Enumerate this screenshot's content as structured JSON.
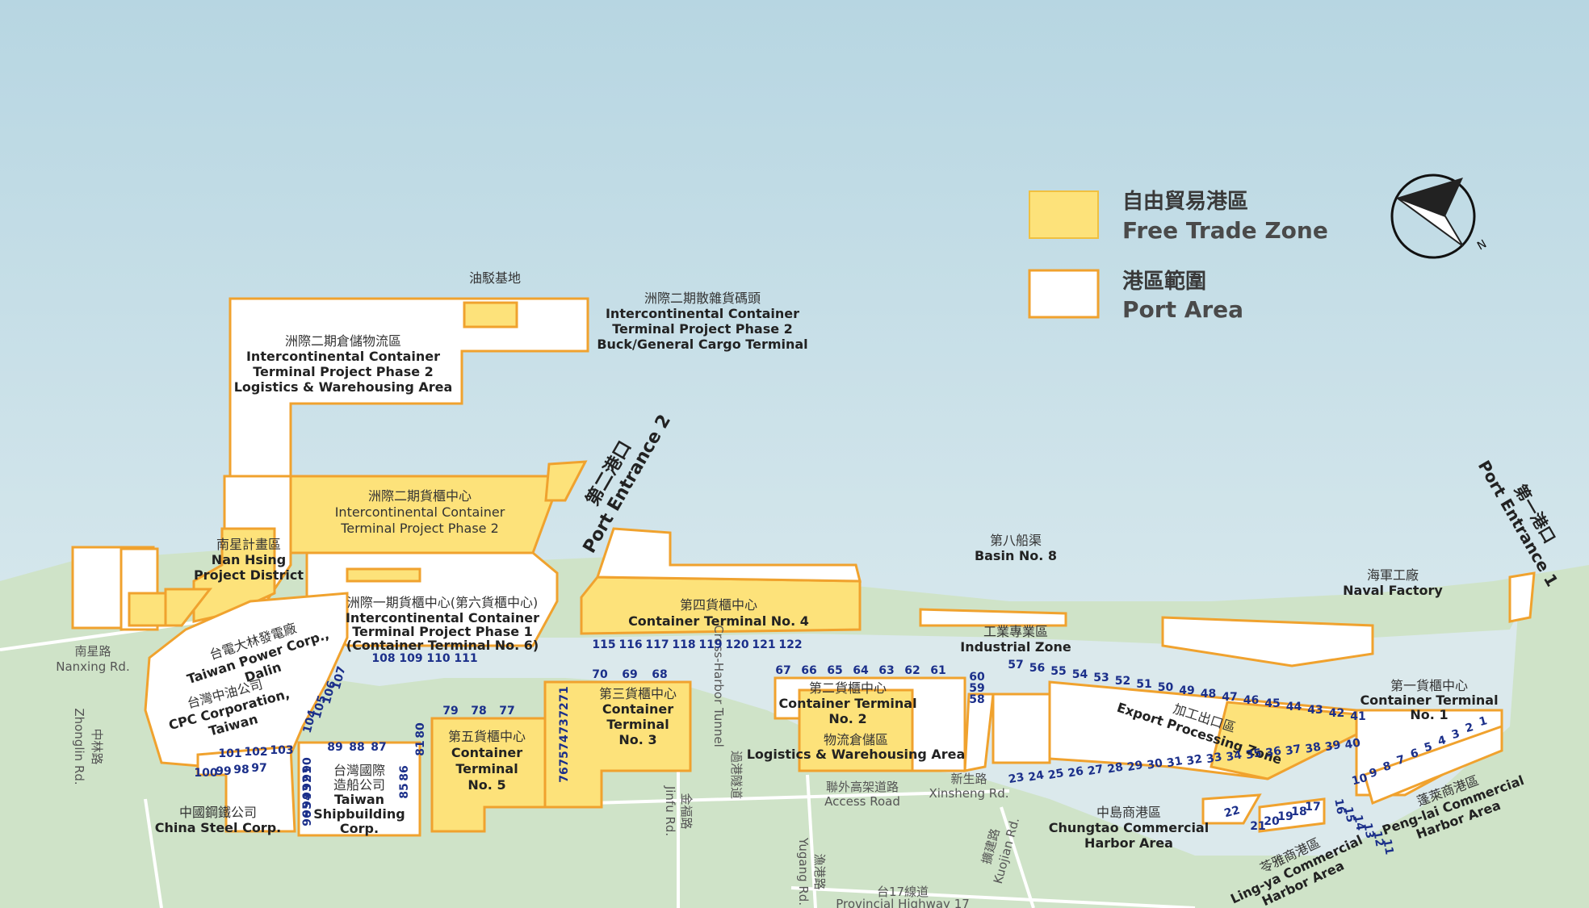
{
  "colors": {
    "sea_top": "#b7d6e2",
    "sea_bottom": "#e2eef0",
    "land": "#cfe3c8",
    "water": "#dbe9ec",
    "zone_border": "#f0a22e",
    "free_trade_fill": "#fde27a",
    "port_fill": "#ffffff",
    "berth_text": "#1b2f8a"
  },
  "legend": {
    "free_trade_cn": "自由貿易港區",
    "free_trade_en": "Free Trade Zone",
    "port_area_cn": "港區範圍",
    "port_area_en": "Port Area"
  },
  "compass": {
    "north_letter": "N",
    "icon": "north-arrow-icon"
  },
  "labels": {
    "oil_base": "油駁基地",
    "ict2_cargo": [
      "洲際二期散雜貨碼頭",
      "Intercontinental Container",
      "Terminal Project Phase 2",
      "Buck/General Cargo Terminal"
    ],
    "ict2_logistics": [
      "洲際二期倉儲物流區",
      "Intercontinental Container",
      "Terminal Project Phase 2",
      "Logistics & Warehousing  Area"
    ],
    "ict2_container": [
      "洲際二期貨櫃中心",
      "Intercontinental Container",
      "Terminal Project Phase 2"
    ],
    "port_entrance_2": [
      "第二港口",
      "Port Entrance 2"
    ],
    "port_entrance_1": [
      "第一港口",
      "Port Entrance 1"
    ],
    "nanhsing": [
      "南星計畫區",
      "Nan Hsing",
      "Project District"
    ],
    "ict1": [
      "洲際一期貨櫃中心(第六貨櫃中心)",
      "Intercontinental Container",
      "Terminal Project Phase 1",
      "(Container Terminal No. 6)"
    ],
    "taipower": [
      "台電大林發電廠",
      "Taiwan Power Corp.,",
      "Dalin"
    ],
    "cpc": [
      "台灣中油公司",
      "CPC Corporation,",
      "Taiwan"
    ],
    "csc": [
      "中國鋼鐵公司",
      "China Steel Corp."
    ],
    "csbc": [
      "台灣國際",
      "造船公司",
      "Taiwan",
      "Shipbuilding",
      "Corp."
    ],
    "ct4": [
      "第四貨櫃中心",
      "Container Terminal No. 4"
    ],
    "ct5": [
      "第五貨櫃中心",
      "Container",
      "Terminal",
      "No. 5"
    ],
    "ct3": [
      "第三貨櫃中心",
      "Container",
      "Terminal",
      "No. 3"
    ],
    "cross_harbor": [
      "過港隧道",
      "Cross-Harbor Tunnel"
    ],
    "ct2": [
      "第二貨櫃中心",
      "Container Terminal",
      "No. 2"
    ],
    "logistics": [
      "物流倉儲區",
      "Logistics & Warehousing Area"
    ],
    "basin8": [
      "第八船渠",
      "Basin No. 8"
    ],
    "industrial": [
      "工業專業區",
      "Industrial Zone"
    ],
    "naval": [
      "海軍工廠",
      "Naval Factory"
    ],
    "ct1": [
      "第一貨櫃中心",
      "Container Terminal",
      "No. 1"
    ],
    "epz": [
      "加工出口區",
      "Export Processing Zone"
    ],
    "chungtao": [
      "中島商港區",
      "Chungtao Commercial",
      "Harbor Area"
    ],
    "lingya": [
      "苓雅商港區",
      "Ling-ya Commercial",
      "Harbor Area"
    ],
    "penglai": [
      "蓬萊商港區",
      "Peng-lai Commercial",
      "Harbor Area"
    ]
  },
  "roads": {
    "nanxing": [
      "南星路",
      "Nanxing Rd."
    ],
    "zhonglin": [
      "中林路",
      "Zhonglin Rd."
    ],
    "jinfu": [
      "金福路",
      "Jinfu Rd."
    ],
    "access": [
      "聯外高架道路",
      "Access Road"
    ],
    "xinsheng": [
      "新生路",
      "Xinsheng Rd."
    ],
    "yugang": [
      "漁港路",
      "Yugang Rd."
    ],
    "kuojian": [
      "擴建路",
      "Kuojian Rd."
    ],
    "highway17": [
      "台17線道",
      "Provincial Highway 17"
    ]
  },
  "berths": {
    "b115_122": [
      "115",
      "116",
      "117",
      "118",
      "119",
      "120",
      "121",
      "122"
    ],
    "b108_111": [
      "108",
      "109",
      "110",
      "111"
    ],
    "b104_107": [
      "104",
      "105",
      "106",
      "107"
    ],
    "b101_103": [
      "101",
      "102",
      "103"
    ],
    "b97_100": [
      "100",
      "99",
      "98",
      "97"
    ],
    "b89_87": [
      "89",
      "88",
      "87"
    ],
    "b90_95": [
      "90",
      "91",
      "92",
      "93",
      "94",
      "95",
      "96"
    ],
    "b86_85": [
      "86",
      "85"
    ],
    "b80_81": [
      "80",
      "81"
    ],
    "b79_77": [
      "79",
      "78",
      "77"
    ],
    "b70_68": [
      "70",
      "69",
      "68"
    ],
    "b71_76": [
      "71",
      "72",
      "73",
      "74",
      "75",
      "76"
    ],
    "b67_61": [
      "67",
      "66",
      "65",
      "64",
      "63",
      "62",
      "61"
    ],
    "b60_59": [
      "60",
      "59",
      "58"
    ],
    "b57_41": [
      "57",
      "56",
      "55",
      "54",
      "53",
      "52",
      "51",
      "50",
      "49",
      "48",
      "47",
      "46",
      "45",
      "44",
      "43",
      "42",
      "41"
    ],
    "b40_23": [
      "40",
      "39",
      "38",
      "37",
      "36",
      "35",
      "34",
      "33",
      "32",
      "31",
      "30",
      "29",
      "28",
      "27",
      "26",
      "25",
      "24",
      "23"
    ],
    "b22": [
      "22"
    ],
    "b21_17": [
      "21",
      "20",
      "19",
      "18",
      "17"
    ],
    "b16_11": [
      "16",
      "15",
      "14",
      "13",
      "12",
      "11"
    ],
    "b10_1": [
      "10",
      "9",
      "8",
      "7",
      "6",
      "5",
      "4",
      "3",
      "2",
      "1"
    ]
  }
}
